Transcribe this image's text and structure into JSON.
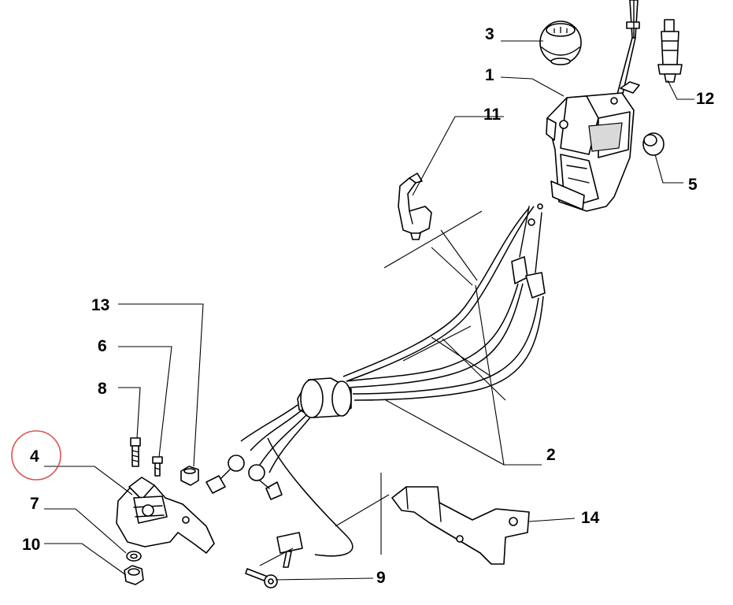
{
  "diagram": {
    "callouts": [
      {
        "id": "c1",
        "label": "1"
      },
      {
        "id": "c2",
        "label": "2"
      },
      {
        "id": "c3",
        "label": "3"
      },
      {
        "id": "c4",
        "label": "4"
      },
      {
        "id": "c5",
        "label": "5"
      },
      {
        "id": "c6",
        "label": "6"
      },
      {
        "id": "c7",
        "label": "7"
      },
      {
        "id": "c8",
        "label": "8"
      },
      {
        "id": "c9",
        "label": "9"
      },
      {
        "id": "c10",
        "label": "10"
      },
      {
        "id": "c11",
        "label": "11"
      },
      {
        "id": "c12",
        "label": "12"
      },
      {
        "id": "c13",
        "label": "13"
      },
      {
        "id": "c14",
        "label": "14"
      }
    ],
    "highlight_color": "#d9534f",
    "highlighted_callout": "4"
  }
}
